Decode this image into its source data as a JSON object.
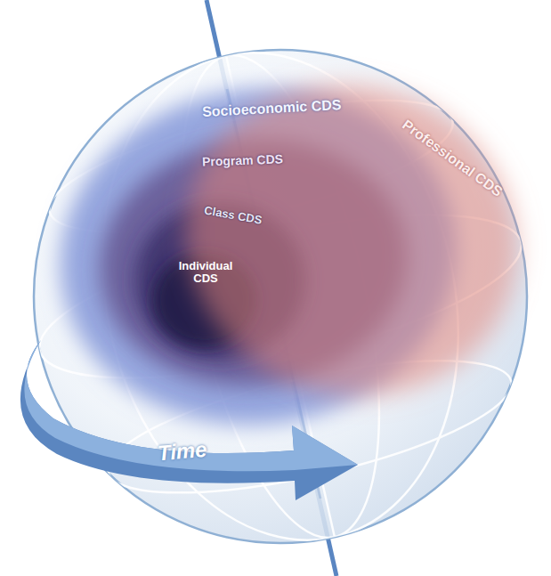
{
  "diagram": {
    "nodes": [
      {
        "text": [
          "Socioeconomic CDS"
        ]
      },
      {
        "text": [
          "Professional CDS"
        ]
      },
      {
        "text": [
          "Program CDS"
        ],
        "in": 0
      },
      {
        "text": [
          "Class CDS"
        ],
        "in": 2
      },
      {
        "text": [
          "Individual CDS"
        ],
        "in": 3
      }
    ],
    "labels": [
      "Time"
    ]
  }
}
